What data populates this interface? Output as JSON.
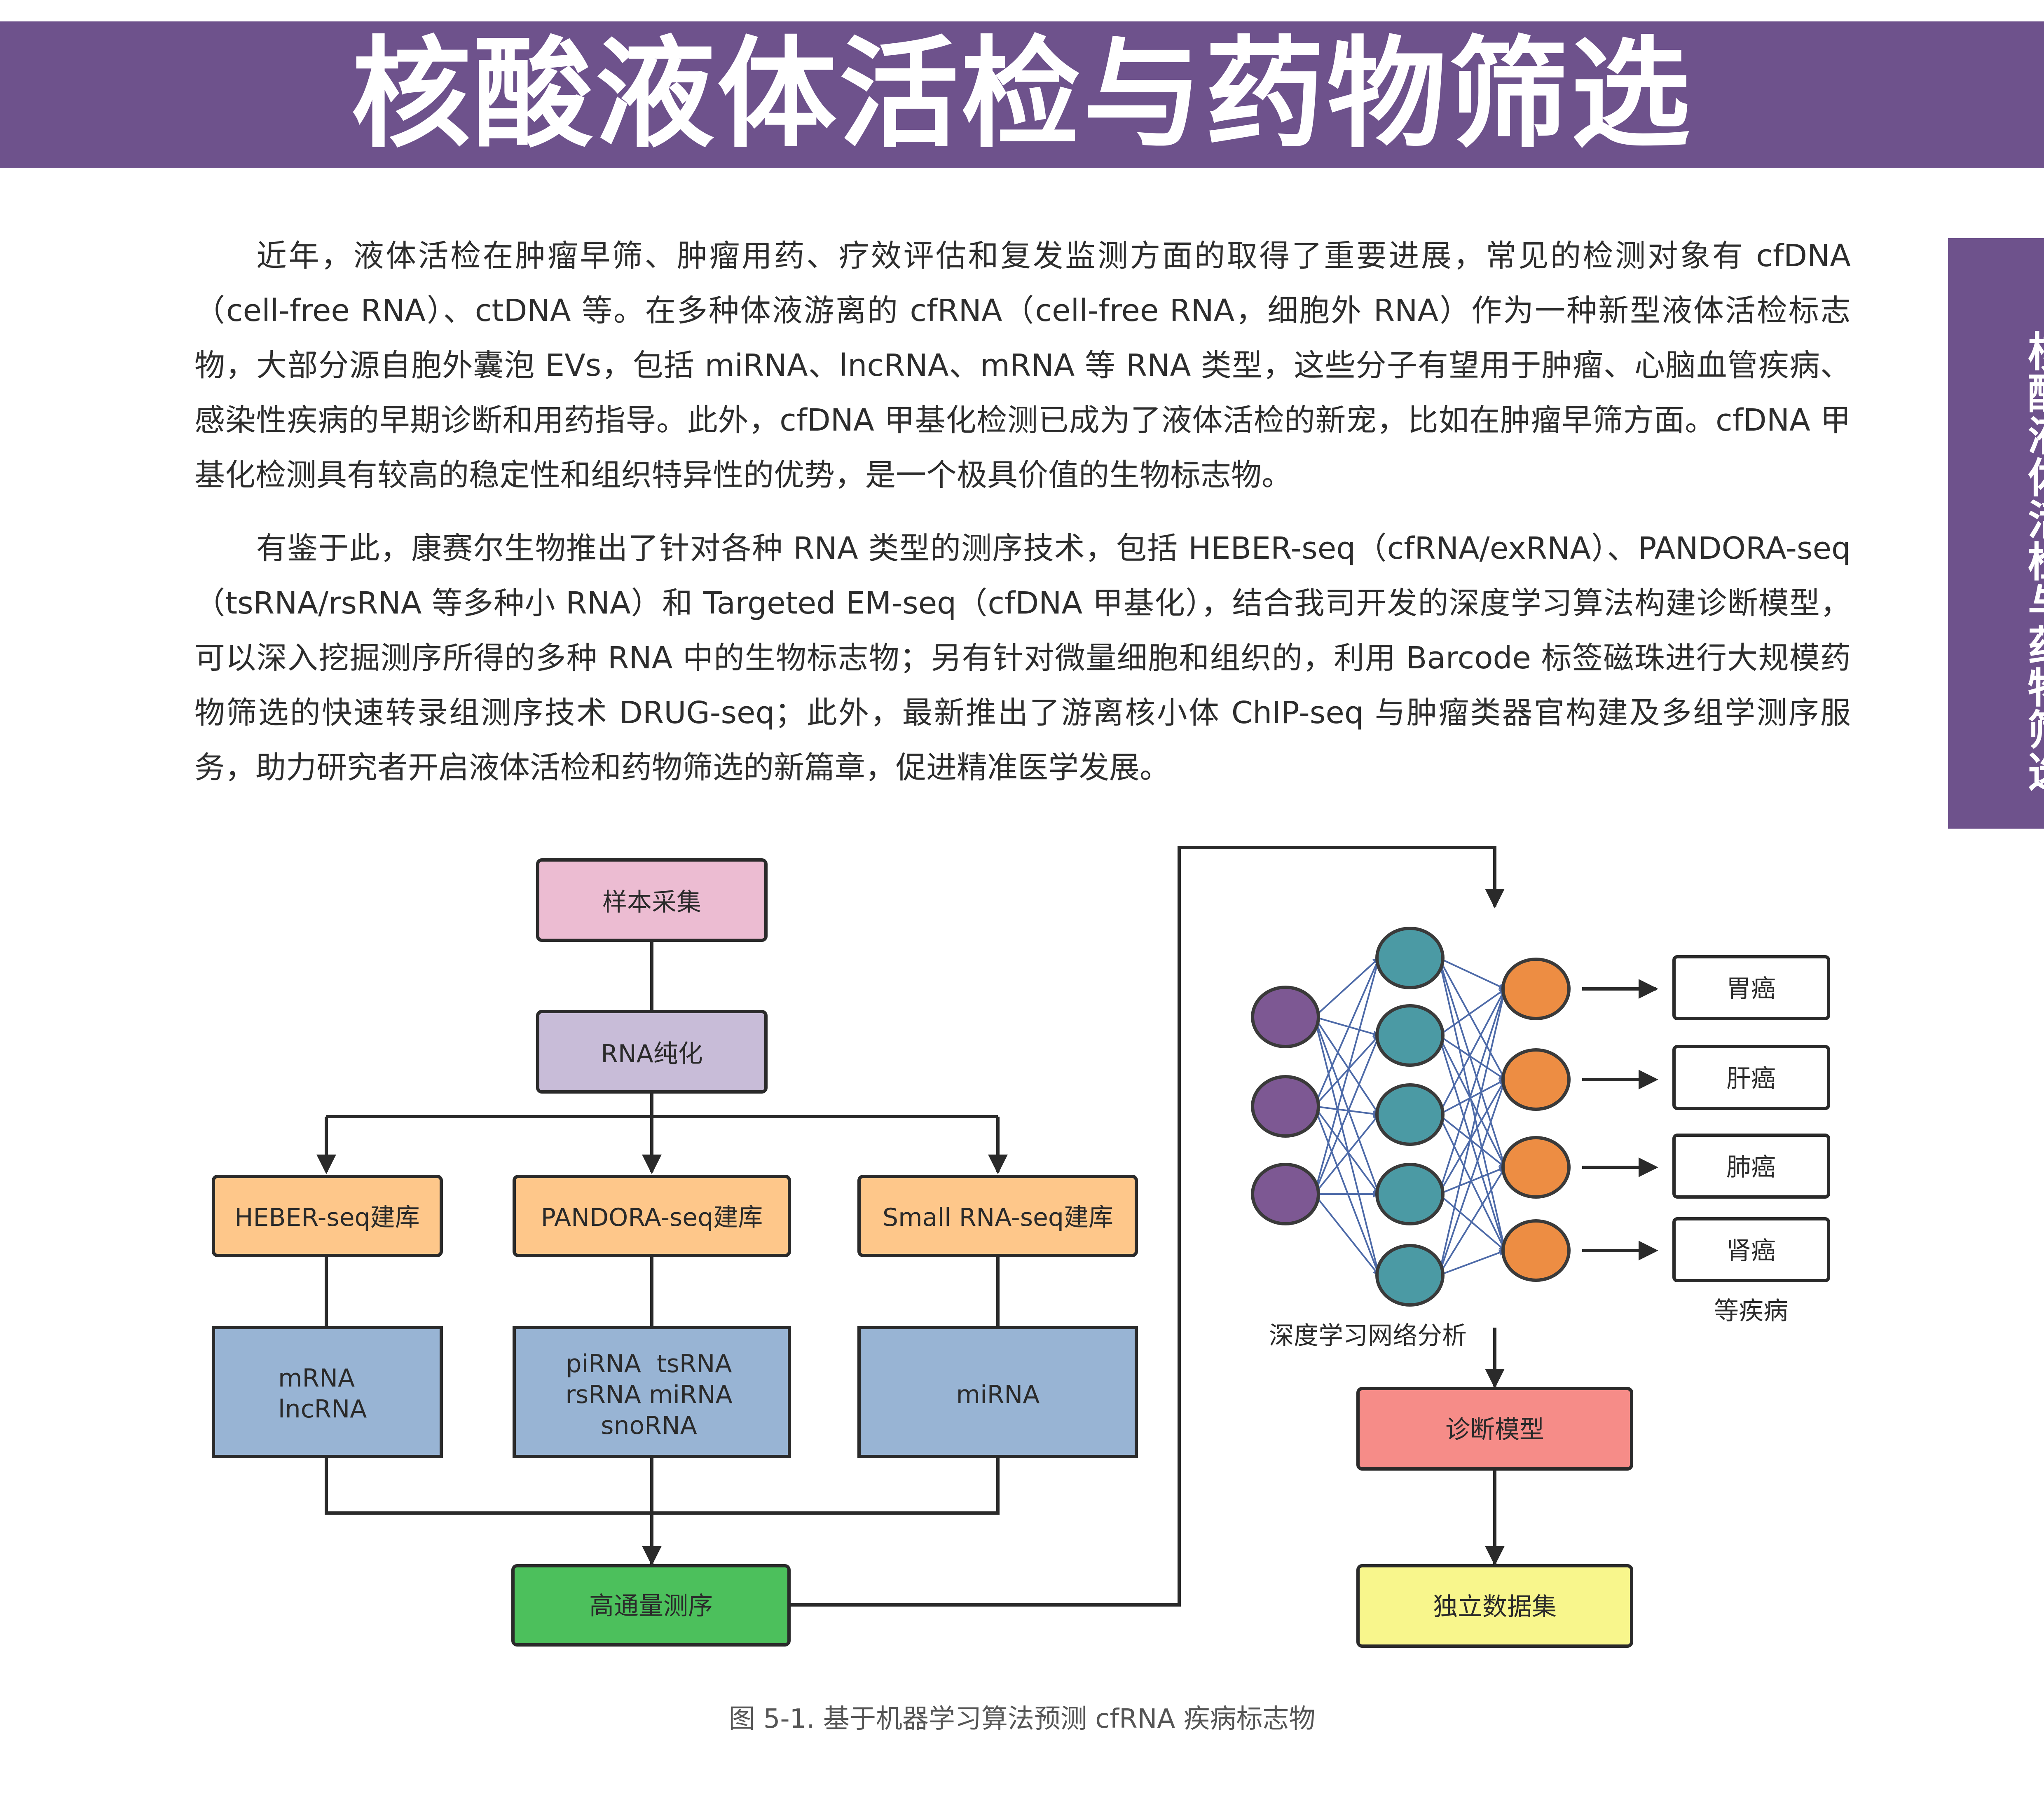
{
  "title": "核酸液体活检与药物筛选",
  "side_tab": "核酸液体活检与药物筛选",
  "paragraphs": {
    "p1": "近年，液体活检在肿瘤早筛、肿瘤用药、疗效评估和复发监测方面的取得了重要进展，常见的检测对象有 cfDNA（cell-free RNA）、ctDNA 等。在多种体液游离的 cfRNA（cell-free RNA，细胞外 RNA）作为一种新型液体活检标志物，大部分源自胞外囊泡 EVs，包括 miRNA、lncRNA、mRNA 等 RNA 类型，这些分子有望用于肿瘤、心脑血管疾病、感染性疾病的早期诊断和用药指导。此外，cfDNA 甲基化检测已成为了液体活检的新宠，比如在肿瘤早筛方面。cfDNA 甲基化检测具有较高的稳定性和组织特异性的优势，是一个极具价值的生物标志物。",
    "p2": "有鉴于此，康赛尔生物推出了针对各种 RNA 类型的测序技术，包括 HEBER-seq（cfRNA/exRNA）、PANDORA-seq（tsRNA/rsRNA 等多种小 RNA）和 Targeted EM-seq（cfDNA 甲基化），结合我司开发的深度学习算法构建诊断模型，可以深入挖掘测序所得的多种 RNA 中的生物标志物；另有针对微量细胞和组织的，利用 Barcode 标签磁珠进行大规模药物筛选的快速转录组测序技术 DRUG-seq；此外，最新推出了游离核小体 ChIP-seq 与肿瘤类器官构建及多组学测序服务，助力研究者开启液体活检和药物筛选的新篇章，促进精准医学发展。"
  },
  "diagram": {
    "sample_collection": "样本采集",
    "rna_purification": "RNA纯化",
    "lib_heber": "HEBER-seq建库",
    "lib_pandora": "PANDORA-seq建库",
    "lib_small": "Small RNA-seq建库",
    "heber_types": [
      "mRNA",
      "lncRNA"
    ],
    "pandora_types": [
      "piRNA  tsRNA",
      "rsRNA miRNA",
      "snoRNA"
    ],
    "small_types": [
      "miRNA"
    ],
    "sequencing": "高通量测序",
    "nn_label": "深度学习网络分析",
    "outputs": [
      "胃癌",
      "肝癌",
      "肺癌",
      "肾癌"
    ],
    "outputs_more": "等疾病",
    "diagnosis_model": "诊断模型",
    "independent_dataset": "独立数据集"
  },
  "caption": "图 5-1. 基于机器学习算法预测 cfRNA 疾病标志物",
  "colors": {
    "purple_brand": "#6e528c",
    "pink": "#ecbcd2",
    "lavender": "#c8bcd8",
    "orange_box": "#fec78a",
    "blue_box": "#98b4d4",
    "green_box": "#4cc05c",
    "red_box": "#f68c88",
    "yellow_box": "#f8f68c",
    "input_node": "#7d5893",
    "hidden_node": "#4b9aa4",
    "output_node": "#ed8d43"
  }
}
